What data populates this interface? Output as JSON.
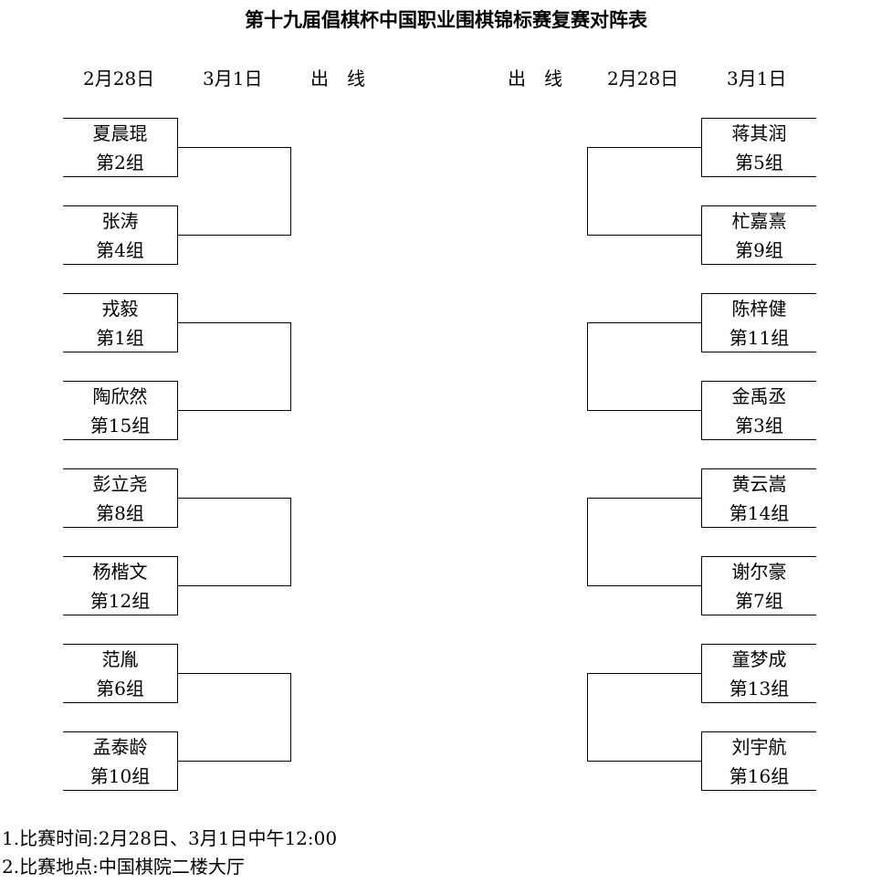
{
  "title": "第十九届倡棋杯中国职业围棋锦标赛复赛对阵表",
  "headers_left": [
    "2月28日",
    "3月1日",
    "出　线"
  ],
  "headers_right": [
    "出　线",
    "2月28日",
    "3月1日"
  ],
  "left_players": [
    {
      "name": "夏晨琨",
      "group": "第2组"
    },
    {
      "name": "张涛",
      "group": "第4组"
    },
    {
      "name": "戎毅",
      "group": "第1组"
    },
    {
      "name": "陶欣然",
      "group": "第15组"
    },
    {
      "name": "彭立尧",
      "group": "第8组"
    },
    {
      "name": "杨楷文",
      "group": "第12组"
    },
    {
      "name": "范胤",
      "group": "第6组"
    },
    {
      "name": "孟泰龄",
      "group": "第10组"
    }
  ],
  "right_players": [
    {
      "name": "蒋其润",
      "group": "第5组"
    },
    {
      "name": "杧嘉熹",
      "group": "第9组"
    },
    {
      "name": "陈梓健",
      "group": "第11组"
    },
    {
      "name": "金禹丞",
      "group": "第3组"
    },
    {
      "name": "黄云嵩",
      "group": "第14组"
    },
    {
      "name": "谢尔豪",
      "group": "第7组"
    },
    {
      "name": "童梦成",
      "group": "第13组"
    },
    {
      "name": "刘宇航",
      "group": "第16组"
    }
  ],
  "notes": [
    "1.比赛时间:2月28日、3月1日中午12:00",
    "2.比赛地点:中国棋院二楼大厅"
  ]
}
